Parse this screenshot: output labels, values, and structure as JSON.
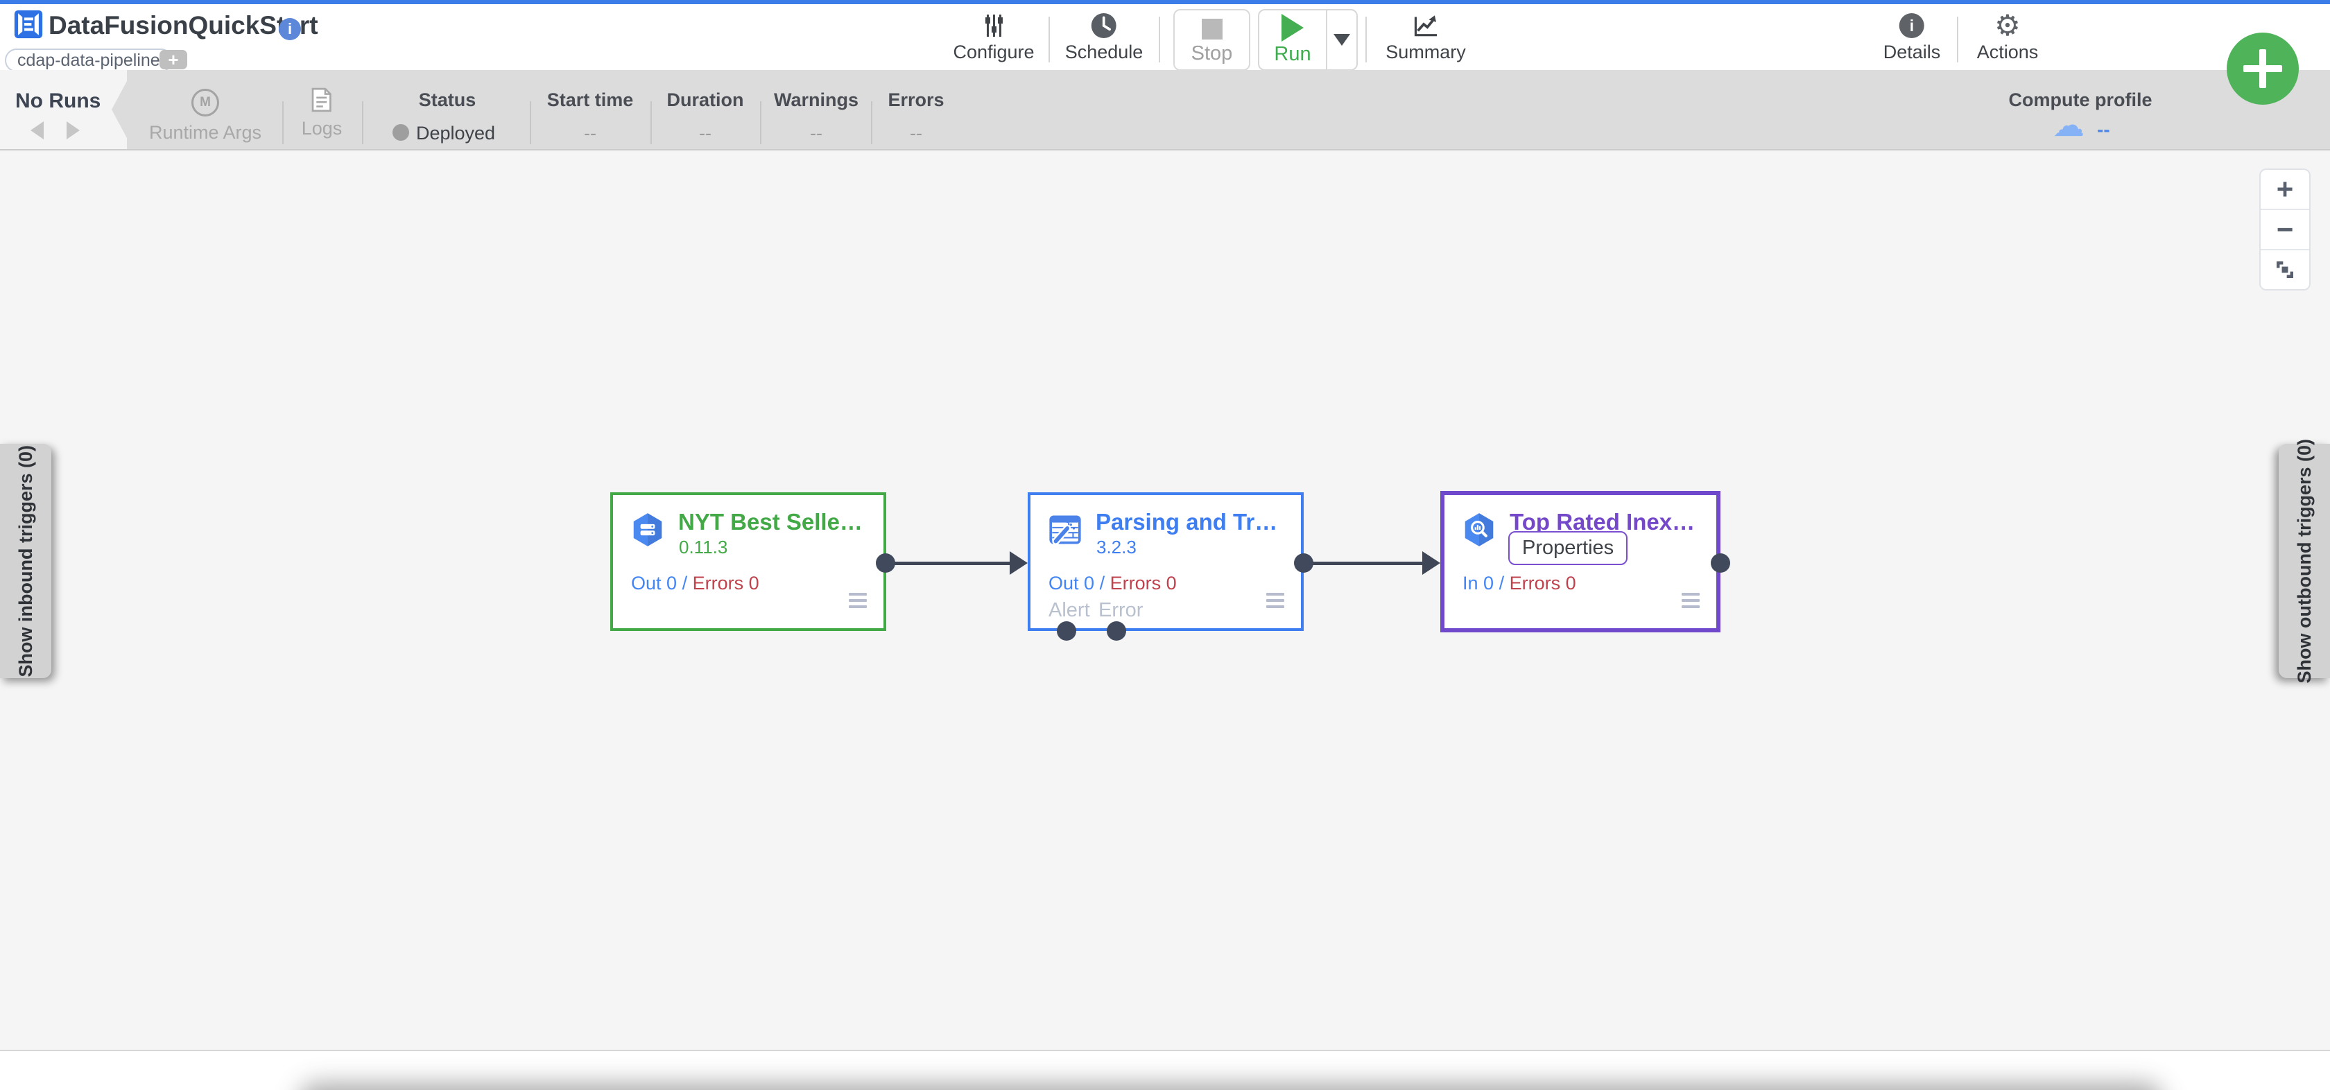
{
  "header": {
    "title": "DataFusionQuickStart",
    "tag": "cdap-data-pipeline",
    "add_tag": "+",
    "configure": "Configure",
    "schedule": "Schedule",
    "stop": "Stop",
    "run": "Run",
    "summary": "Summary",
    "details": "Details",
    "actions": "Actions",
    "info_icon": "i"
  },
  "run_bar": {
    "runs": "No Runs",
    "runtime_args": "Runtime Args",
    "runtime_args_icon": "M",
    "logs": "Logs",
    "status_label": "Status",
    "status_value": "Deployed",
    "start_time_label": "Start time",
    "start_time_value": "--",
    "duration_label": "Duration",
    "duration_value": "--",
    "warnings_label": "Warnings",
    "warnings_value": "--",
    "errors_label": "Errors",
    "errors_value": "--",
    "compute_profile_label": "Compute profile",
    "compute_profile_value": "--"
  },
  "canvas": {
    "inbound_tab": "Show inbound triggers (0)",
    "outbound_tab": "Show outbound triggers (0)",
    "zoom_in": "+",
    "zoom_out": "−",
    "nodes": {
      "source": {
        "title": "NYT Best Selle…",
        "version": "0.11.3",
        "out": "Out 0",
        "sep": "/",
        "errors": "Errors 0"
      },
      "transform": {
        "title": "Parsing and Tr…",
        "version": "3.2.3",
        "out": "Out 0",
        "sep": "/",
        "errors": "Errors 0",
        "alert_port": "Alert",
        "error_port": "Error"
      },
      "sink": {
        "title": "Top Rated Inex…",
        "properties": "Properties",
        "in": "In 0",
        "sep": "/",
        "errors": "Errors 0"
      }
    }
  },
  "colors": {
    "top_strip": "#3c7ce9",
    "accent_blue": "#4285f4",
    "source_green": "#43a947",
    "transform_blue": "#3e7ef0",
    "sink_purple": "#7048cc",
    "error_red": "#bf424d",
    "run_green": "#3ead4f",
    "fab_green": "#4fb359",
    "port_slate": "#414a5c"
  }
}
